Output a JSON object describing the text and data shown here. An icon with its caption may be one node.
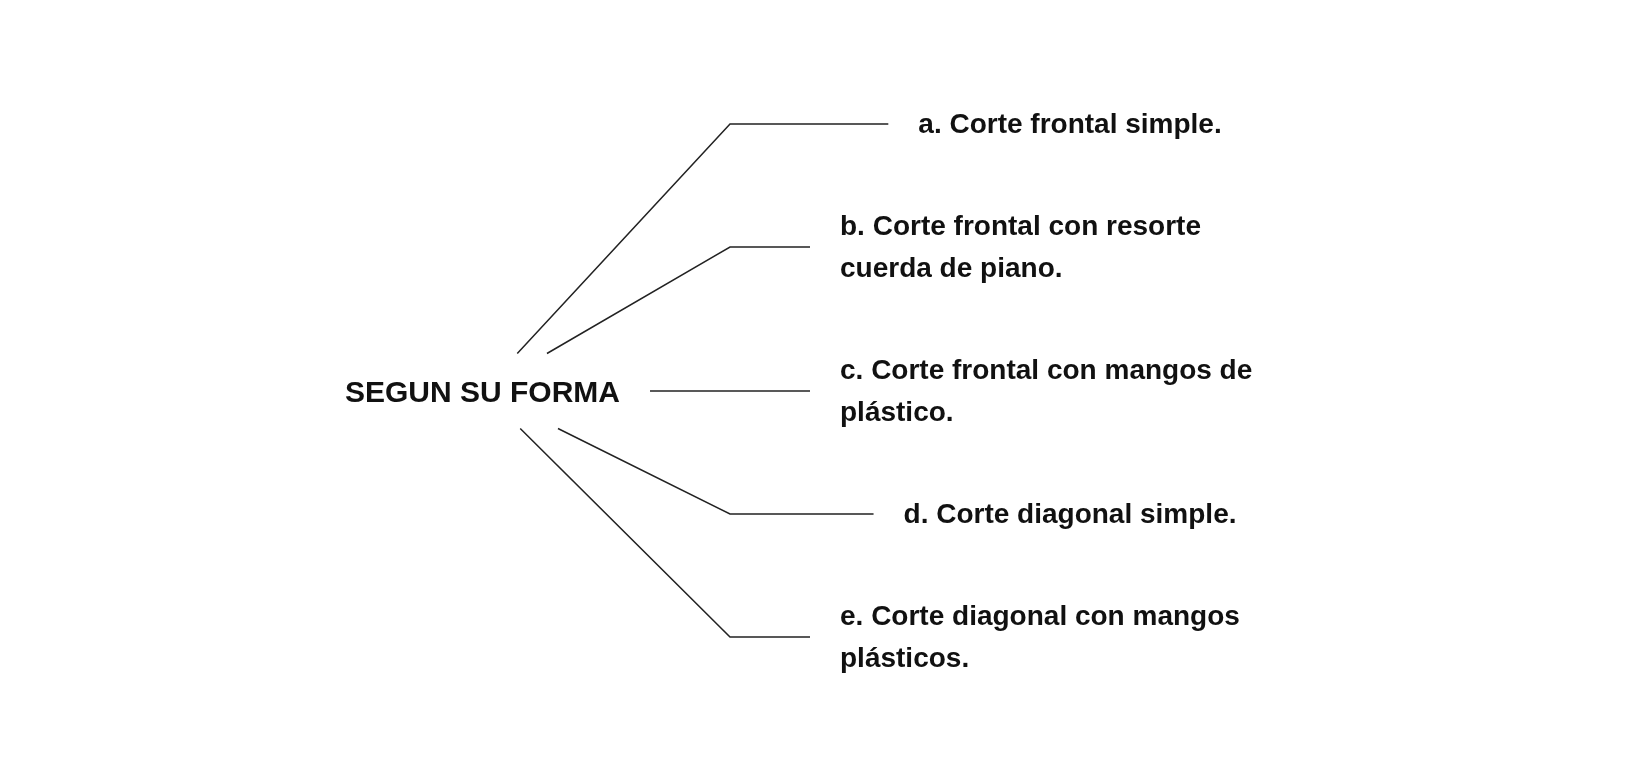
{
  "diagram": {
    "nodes": [
      {
        "text": [
          "SEGUN SU FORMA"
        ]
      },
      {
        "text": [
          "a. Corte frontal simple."
        ]
      },
      {
        "text": [
          "b. Corte frontal con resorte cuerda de piano."
        ]
      },
      {
        "text": [
          "c. Corte frontal con mangos de plástico."
        ]
      },
      {
        "text": [
          "d. Corte diagonal simple."
        ]
      },
      {
        "text": [
          "e. Corte diagonal con mangos plásticos."
        ]
      }
    ],
    "edges": [
      {
        "from": 0,
        "to": 1,
        "arrow": "none"
      },
      {
        "from": 0,
        "to": 2,
        "arrow": "none"
      },
      {
        "from": 0,
        "to": 3,
        "arrow": "none"
      },
      {
        "from": 0,
        "to": 4,
        "arrow": "none"
      },
      {
        "from": 0,
        "to": 5,
        "arrow": "none"
      }
    ]
  }
}
